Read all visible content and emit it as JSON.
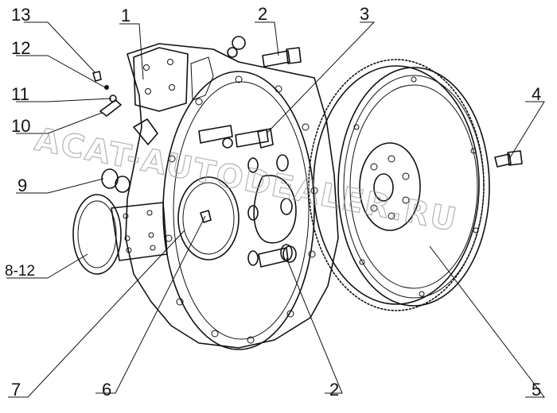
{
  "watermark": "ACAT-AUTODEALER.RU",
  "callouts": {
    "c13": "13",
    "c12": "12",
    "c11": "11",
    "c10": "10",
    "c9": "9",
    "c8_12": "8-12",
    "c1": "1",
    "c2_top": "2",
    "c3": "3",
    "c4": "4",
    "c5": "5",
    "c2_bottom": "2",
    "c6": "6",
    "c7": "7"
  }
}
